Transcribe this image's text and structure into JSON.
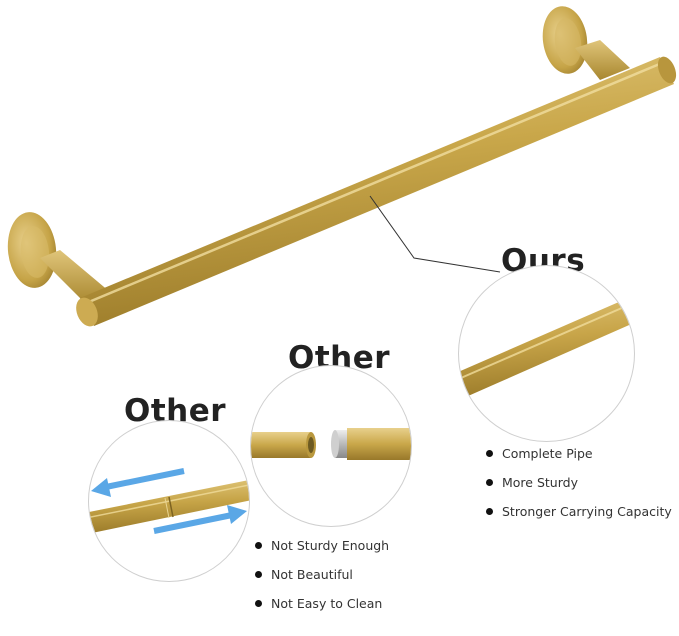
{
  "labels": {
    "ours": "Ours",
    "other_center": "Other",
    "other_left": "Other"
  },
  "ours_features": [
    "Complete Pipe",
    "More Sturdy",
    "Stronger Carrying Capacity"
  ],
  "other_features": [
    "Not Sturdy Enough",
    "Not Beautiful",
    "Not Easy to Clean"
  ],
  "colors": {
    "gold": "#c9a74a",
    "gold_dark": "#a2812c",
    "gold_light": "#e6cd84",
    "arrow_blue": "#5aa7e6",
    "background": "#ffffff"
  }
}
